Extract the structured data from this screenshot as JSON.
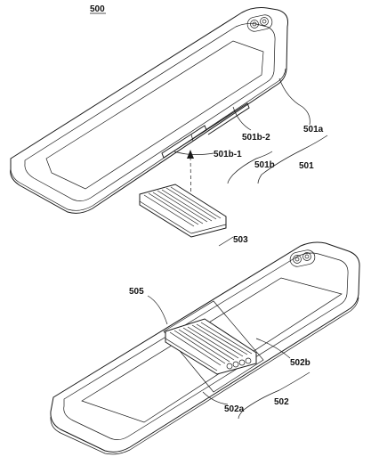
{
  "figure": {
    "number": "500"
  },
  "upper_device": {
    "labels": {
      "housing_group": "501",
      "rear_plate": "501a",
      "opening_group": "501b",
      "opening_first": "501b-1",
      "opening_second": "501b-2",
      "hinge_insert": "503"
    }
  },
  "lower_device": {
    "labels": {
      "housing_group": "502",
      "first_part": "502a",
      "second_part": "502b",
      "hinge_assembled": "505"
    }
  },
  "colors": {
    "line": "#1a1a1a",
    "background": "#ffffff"
  }
}
